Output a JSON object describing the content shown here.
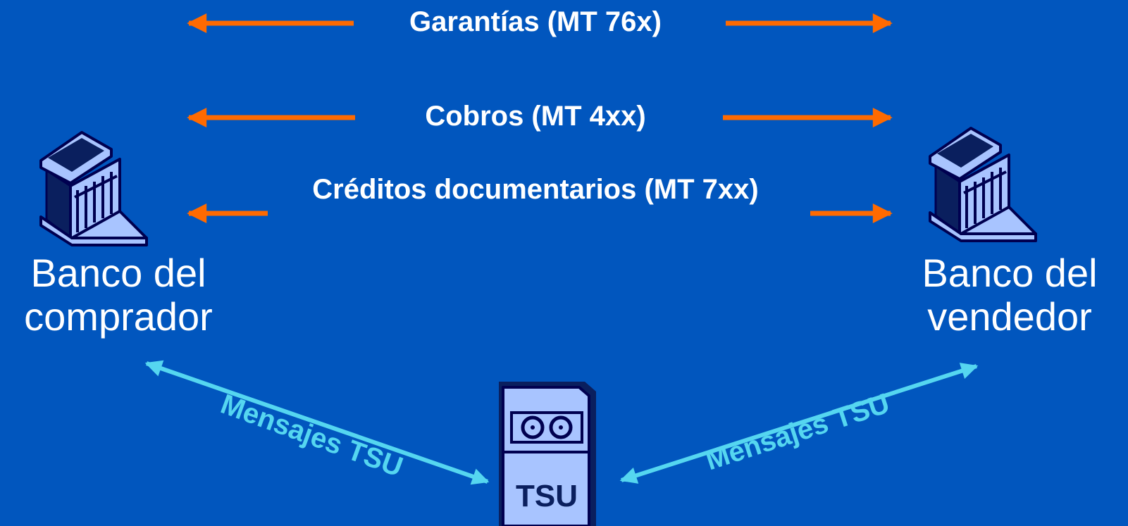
{
  "colors": {
    "background": "#0156BE",
    "message_arrow": "#FF6A00",
    "tsu_arrow": "#55D6F0",
    "icon_fill": "#A8C4FF",
    "icon_outline": "#000050",
    "icon_dark": "#0A1F5E",
    "text": "#FFFFFF"
  },
  "flows": [
    {
      "label": "Garantías (MT 76x)"
    },
    {
      "label": "Cobros (MT 4xx)"
    },
    {
      "label": "Créditos documentarios (MT 7xx)"
    }
  ],
  "banks": {
    "buyer": {
      "label": "Banco del comprador",
      "icon": "bank-building-icon"
    },
    "seller": {
      "label": "Banco del vendedor",
      "icon": "bank-building-icon"
    }
  },
  "tsu": {
    "label": "TSU",
    "icon": "server-tape-icon",
    "link_left_label": "Mensajes TSU",
    "link_right_label": "Mensajes TSU"
  }
}
